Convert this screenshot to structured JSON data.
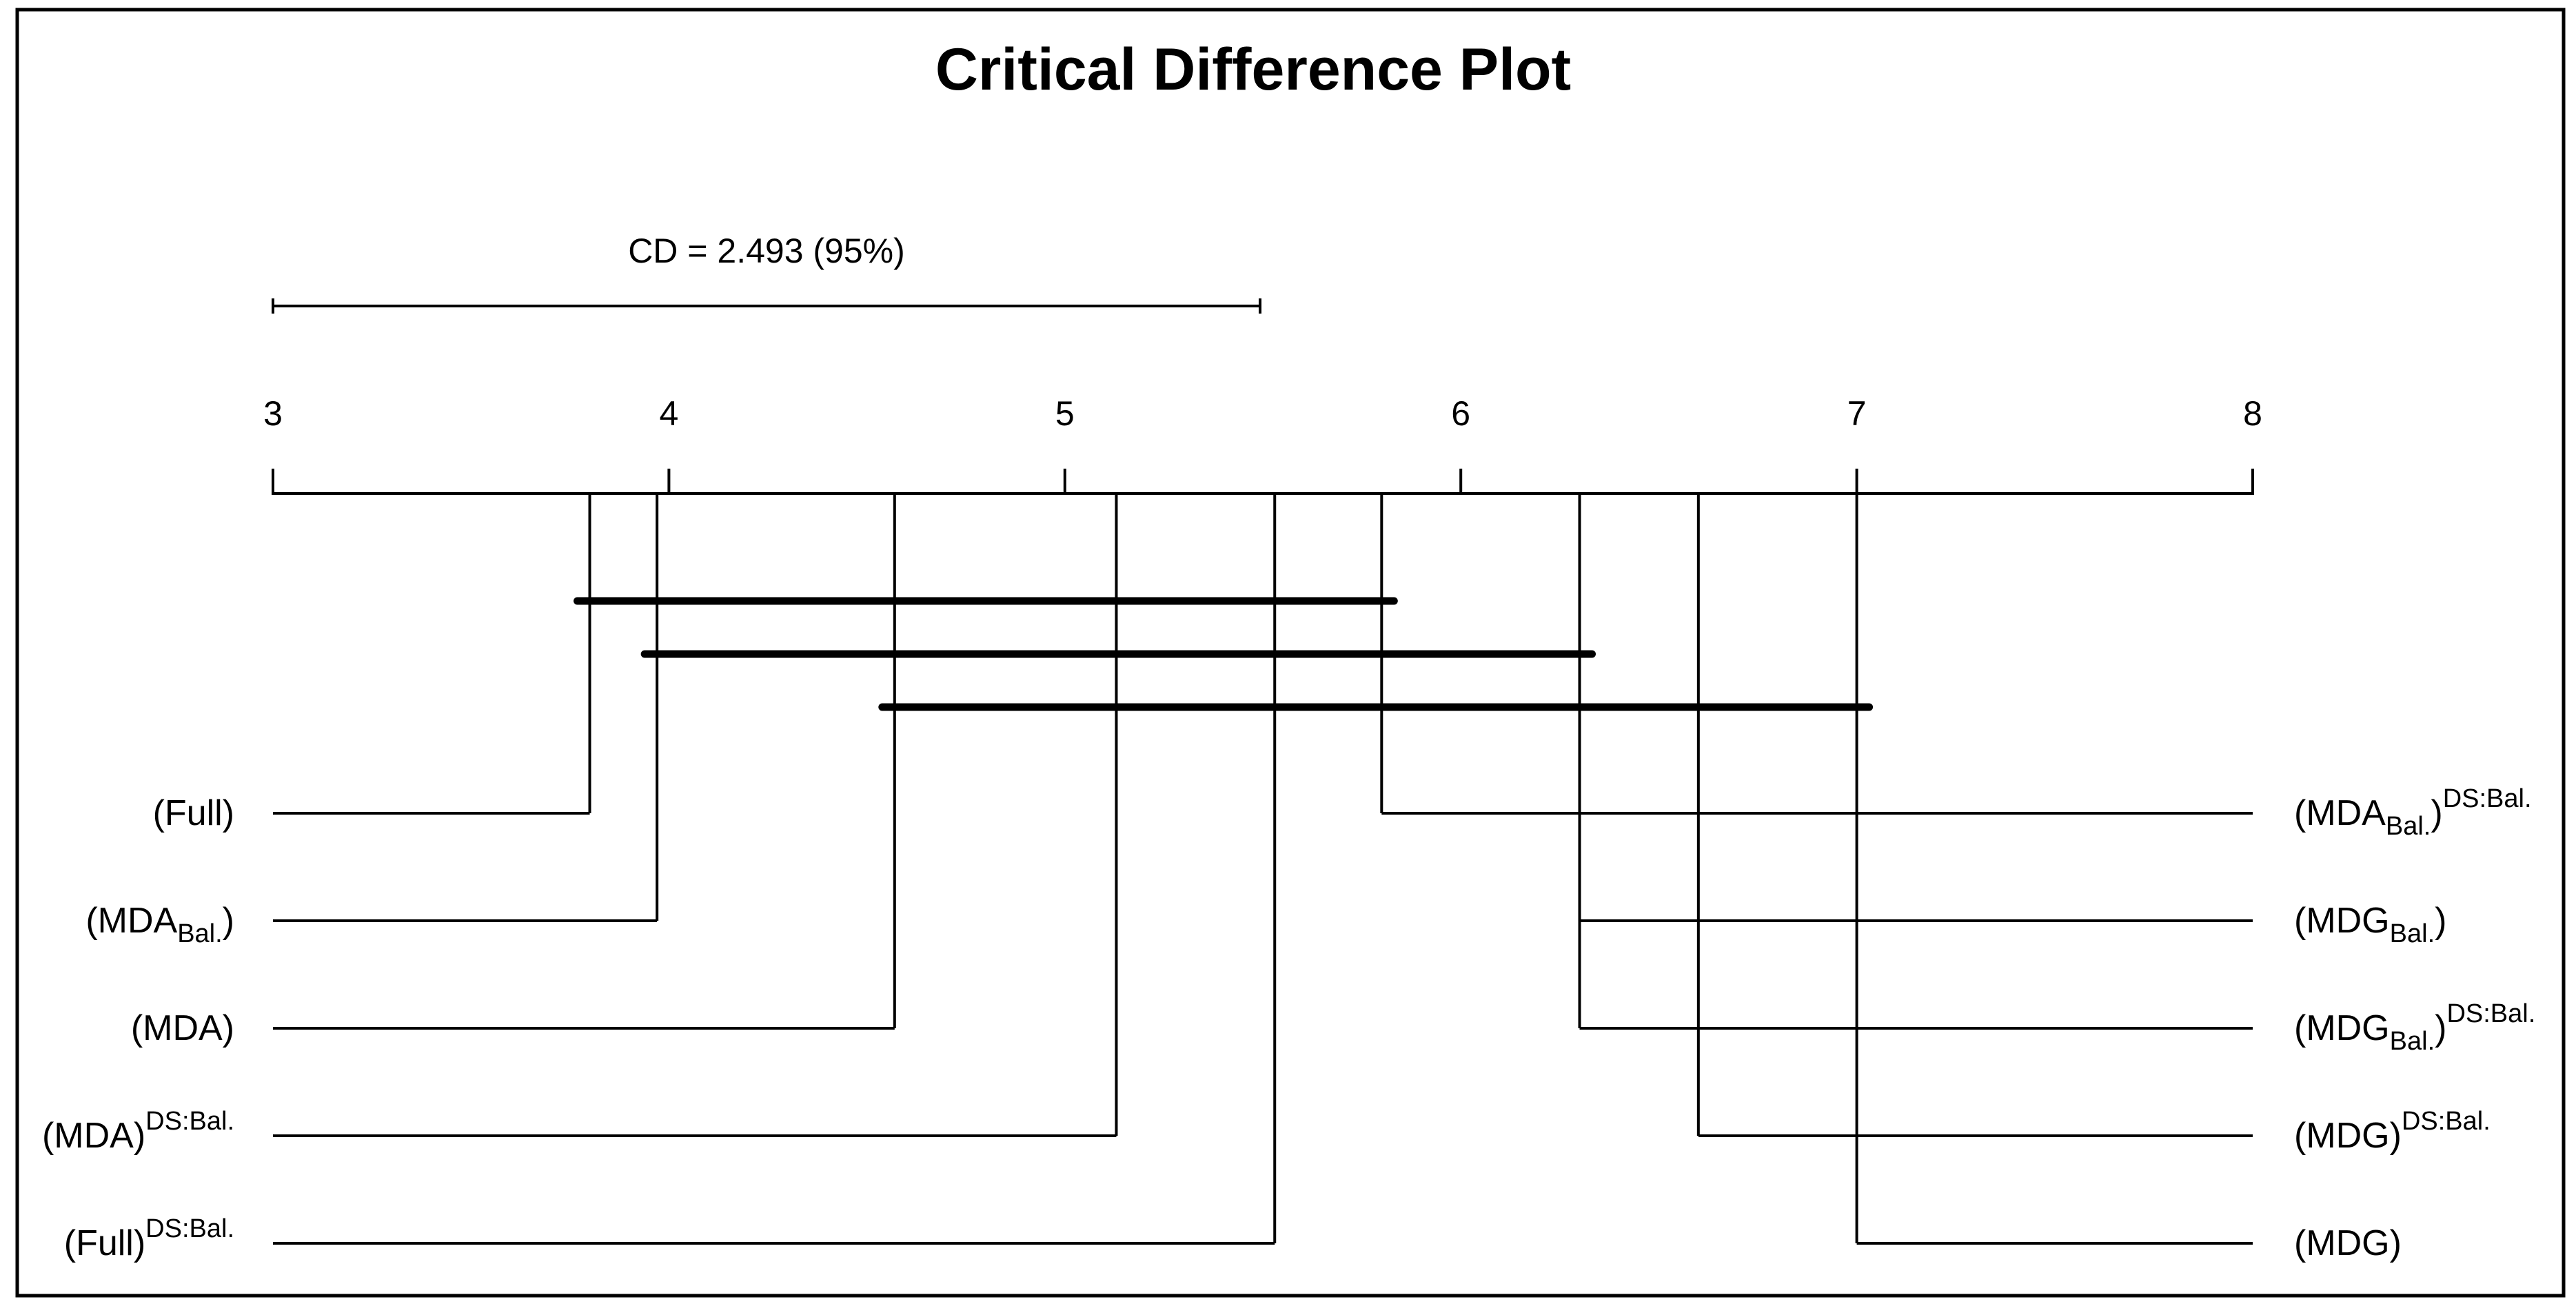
{
  "chart_data": {
    "type": "critical-difference",
    "title": "Critical Difference Plot",
    "axis": {
      "min": 3,
      "max": 8,
      "ticks": [
        "3",
        "4",
        "5",
        "6",
        "7",
        "8"
      ]
    },
    "critical_difference": {
      "value": 2.493,
      "label": "CD = 2.493 (95%)"
    },
    "methods": [
      {
        "rank": 3.8,
        "side": "left",
        "label": {
          "base": "(Full)"
        }
      },
      {
        "rank": 3.97,
        "side": "left",
        "label": {
          "base": "(MDA",
          "sub": "Bal.",
          "tail": ")"
        }
      },
      {
        "rank": 4.57,
        "side": "left",
        "label": {
          "base": "(MDA)"
        }
      },
      {
        "rank": 5.13,
        "side": "left",
        "label": {
          "base": "(MDA)",
          "sup": "DS:Bal."
        }
      },
      {
        "rank": 5.53,
        "side": "left",
        "label": {
          "base": "(Full)",
          "sup": "DS:Bal."
        }
      },
      {
        "rank": 5.8,
        "side": "right",
        "label": {
          "base": "(MDA",
          "sub": "Bal.",
          "tail": ")",
          "sup": "DS:Bal."
        }
      },
      {
        "rank": 6.3,
        "side": "right",
        "label": {
          "base": "(MDG",
          "sub": "Bal.",
          "tail": ")"
        }
      },
      {
        "rank": 6.3,
        "side": "right",
        "label": {
          "base": "(MDG",
          "sub": "Bal.",
          "tail": ")",
          "sup": "DS:Bal."
        }
      },
      {
        "rank": 6.6,
        "side": "right",
        "label": {
          "base": "(MDG)",
          "sup": "DS:Bal."
        }
      },
      {
        "rank": 7.0,
        "side": "right",
        "label": {
          "base": "(MDG)"
        }
      }
    ],
    "cliques": [
      {
        "from": 3.8,
        "to": 5.8
      },
      {
        "from": 3.97,
        "to": 6.3
      },
      {
        "from": 4.57,
        "to": 7.0
      }
    ]
  }
}
